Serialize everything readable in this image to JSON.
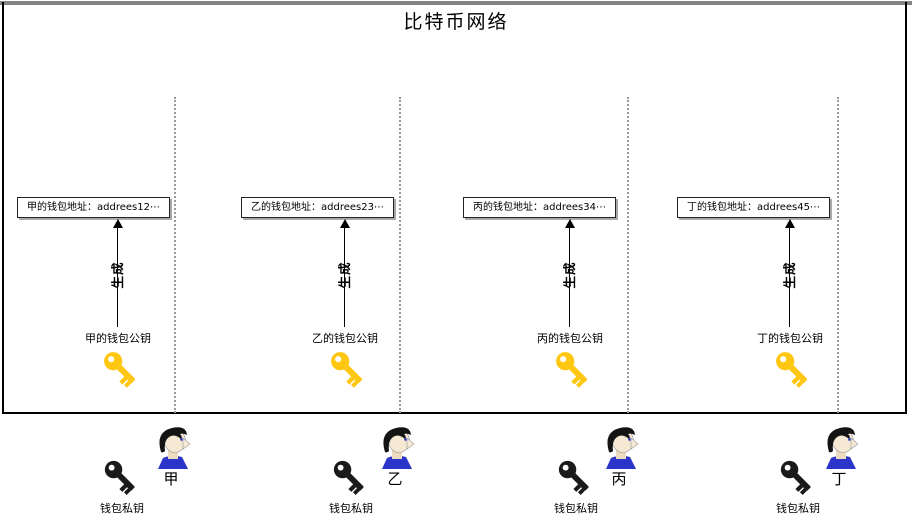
{
  "title": "比特币网络",
  "columns": [
    {
      "address_label": "甲的钱包地址：addrees12⋯",
      "generate_label": "生成",
      "public_key_label": "甲的钱包公钥"
    },
    {
      "address_label": "乙的钱包地址：addrees23⋯",
      "generate_label": "生成",
      "public_key_label": "乙的钱包公钥"
    },
    {
      "address_label": "丙的钱包地址：addrees34⋯",
      "generate_label": "生成",
      "public_key_label": "丙的钱包公钥"
    },
    {
      "address_label": "丁的钱包地址：addrees45⋯",
      "generate_label": "生成",
      "public_key_label": "丁的钱包公钥"
    }
  ],
  "persons": [
    {
      "name": "甲",
      "private_key_label": "钱包私钥"
    },
    {
      "name": "乙",
      "private_key_label": "钱包私钥"
    },
    {
      "name": "丙",
      "private_key_label": "钱包私钥"
    },
    {
      "name": "丁",
      "private_key_label": "钱包私钥"
    }
  ],
  "icons": {
    "public_key": "yellow-key-icon",
    "private_key": "black-key-icon",
    "person": "person-avatar-icon"
  },
  "colors": {
    "public_key": "#FFC711",
    "private_key": "#1A1A1A",
    "avatar_shirt": "#2B35C9",
    "top_bar": "#848484",
    "separator": "#9A9A9A",
    "box_border": "#000000"
  }
}
